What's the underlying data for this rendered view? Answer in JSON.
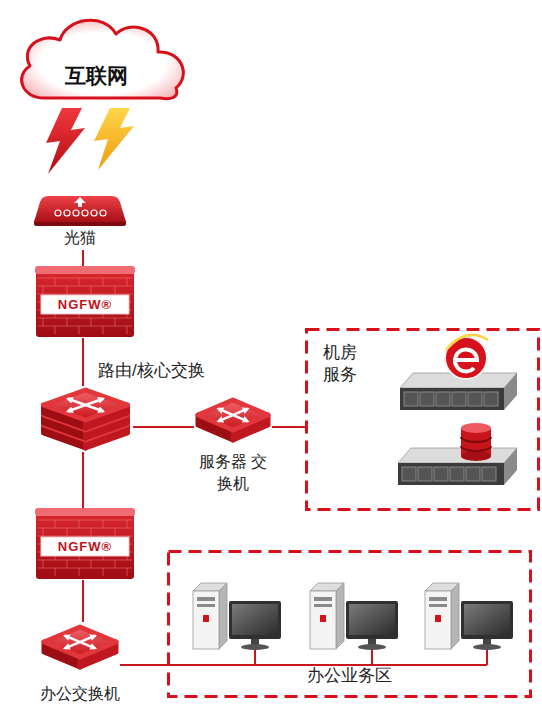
{
  "diagram": {
    "nodes": [
      {
        "text": [
          "互联网"
        ]
      },
      {
        "text": [
          "光猫"
        ]
      },
      {
        "text": [
          "NGFW®"
        ]
      },
      {
        "text": [
          "路由/核心交换"
        ]
      },
      {
        "text": [
          "服务器 交换机"
        ]
      },
      {
        "text": [
          "机房 服务"
        ]
      },
      {
        "text": [
          "NGFW®"
        ]
      },
      {
        "text": [
          "办公交换机"
        ]
      },
      {
        "text": [
          "办公业务区"
        ]
      }
    ],
    "edges": [
      {
        "from": 1,
        "to": 2,
        "arrow": "none"
      },
      {
        "from": 2,
        "to": 3,
        "arrow": "none"
      },
      {
        "from": 3,
        "to": 4,
        "arrow": "none"
      },
      {
        "from": 4,
        "to": 5,
        "arrow": "none"
      },
      {
        "from": 3,
        "to": 6,
        "arrow": "none"
      },
      {
        "from": 6,
        "to": 7,
        "arrow": "none"
      },
      {
        "from": 7,
        "to": 8,
        "arrow": "none"
      }
    ]
  }
}
